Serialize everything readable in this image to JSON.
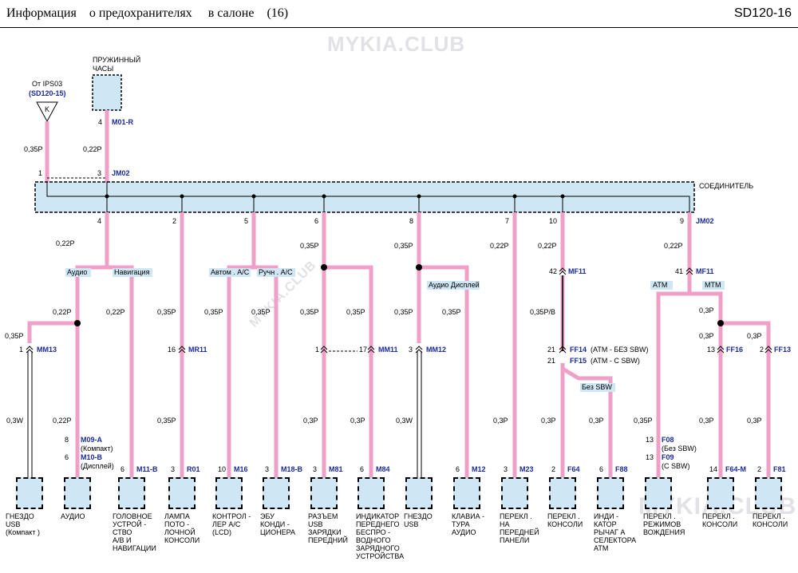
{
  "header": {
    "title": "Информация    о предохранителях     в салоне    (16)",
    "code": "SD120-16"
  },
  "watermarks": [
    "MYKIA.CLUB",
    "MYKIA.CLUB",
    "MYKIA.CLUB"
  ],
  "colors": {
    "wire_pink": "#f0a0c8",
    "connector_fill": "#cfe6f4",
    "id_blue": "#1a2a9a"
  },
  "source": {
    "from_label": "От IPS03",
    "ref": "(SD120-15)",
    "symbol": "K",
    "wire": "0,35P",
    "pin": "1"
  },
  "clock": {
    "label_line1": "ПРУЖИННЫЙ",
    "label_line2": "ЧАСЫ",
    "pin": "4",
    "connector": "M01-R",
    "wire": "0,22P",
    "junction_pin": "3",
    "junction": "JM02"
  },
  "joint": {
    "label": "СОЕДИНИТЕЛЬ",
    "bottom_connector": "JM02"
  },
  "branch_labels": {
    "audio": "Аудио",
    "navigation": "Навигация",
    "auto_ac": "Автом . A/C",
    "manual_ac": "Ручн . A/C",
    "audio_display": "Аудио Дисплей",
    "atm": "ATM",
    "mtm": "MTM",
    "no_sbw": "Без SBW"
  },
  "junction_pins": [
    "4",
    "2",
    "5",
    "6",
    "8",
    "7",
    "10",
    "9"
  ],
  "wires": {
    "w4_top": "0,22P",
    "w4_a": "0,22P",
    "w4_b": "0,22P",
    "w4_c": "0,35P",
    "w4_d": "0,3W",
    "w4_e": "0,22P",
    "w2_a": "0,35P",
    "w2_b": "0,35P",
    "w5_a": "0,35P",
    "w5_b": "0,35P",
    "w6_top": "0,35P",
    "w6_a": "0,35P",
    "w6_b": "0,35P",
    "w6_c": "0,3P",
    "w6_d": "0,3P",
    "w8_top": "0,35P",
    "w8_a": "0,35P",
    "w8_b": "0,35P",
    "w8_c": "0,3W",
    "w7_a": "0,22P",
    "w7_b": "0,3P",
    "w10_top": "0,22P",
    "w10_a": "0,35P/B",
    "w10_b": "0,3P",
    "w10_c": "0,3P",
    "w9_top": "0,22P",
    "w9_a": "0,3P",
    "w9_b": "0,3P",
    "w9_c": "0,3P",
    "w9_d": "0,35P",
    "w9_e": "0,3P",
    "w9_f": "0,3P"
  },
  "inline": {
    "mm13": {
      "pin": "1",
      "id": "MM13"
    },
    "mr11": {
      "pin": "16",
      "id": "MR11"
    },
    "mm11": {
      "pin_l": "1",
      "pin_r": "17",
      "id": "MM11"
    },
    "mm12": {
      "pin": "3",
      "id": "MM12"
    },
    "mf11a": {
      "pin": "42",
      "id": "MF11"
    },
    "mf11b": {
      "pin": "41",
      "id": "MF11"
    },
    "ff14": {
      "pin": "21",
      "id": "FF14",
      "note": "(ATM - БЕЗ SBW)"
    },
    "ff15": {
      "pin": "21",
      "id": "FF15",
      "note": "(ATM - С SBW)"
    },
    "ff16": {
      "pin": "13",
      "id": "FF16"
    },
    "ff13": {
      "pin": "2",
      "id": "FF13"
    }
  },
  "components": [
    {
      "pin": "",
      "id": "",
      "label": [
        "ГНЕЗДО",
        "USB",
        "(Компакт  )"
      ]
    },
    {
      "pin": "8",
      "id": "M09-A",
      "note": "(Компакт)",
      "pin2": "6",
      "id2": "M10-B",
      "note2": "(Дисплей)",
      "label": [
        "АУДИО"
      ]
    },
    {
      "pin": "6",
      "id": "M11-B",
      "label": [
        "ГОЛОВНОЕ",
        "УСТРОЙ -",
        "СТВО",
        "A/B И",
        "НАВИГАЦИИ"
      ]
    },
    {
      "pin": "3",
      "id": "R01",
      "label": [
        "ЛАМПА",
        "ПОТО -",
        "ЛОЧНОЙ",
        "КОНСОЛИ"
      ]
    },
    {
      "pin": "10",
      "id": "M16",
      "label": [
        "КОНТРОЛ -",
        "ЛЕР A/C",
        "(LCD)"
      ]
    },
    {
      "pin": "3",
      "id": "M18-B",
      "label": [
        "ЭБУ",
        "КОНДИ -",
        "ЦИОНЕРА"
      ]
    },
    {
      "pin": "3",
      "id": "M81",
      "label": [
        "РАЗЪЕМ",
        "USB",
        "ЗАРЯДКИ",
        "ПЕРЕДНИЙ"
      ]
    },
    {
      "pin": "6",
      "id": "M84",
      "label": [
        "ИНДИКАТОР",
        "ПЕРЕДНЕГО",
        "БЕСПРО -",
        "ВОДНОГО",
        "ЗАРЯДНОГО",
        "УСТРОЙСТВА"
      ]
    },
    {
      "pin": "",
      "id": "",
      "label": [
        "ГНЕЗДО",
        "USB"
      ]
    },
    {
      "pin": "6",
      "id": "M12",
      "label": [
        "КЛАВИА -",
        "ТУРА",
        "АУДИО"
      ]
    },
    {
      "pin": "3",
      "id": "M23",
      "label": [
        "ПЕРЕКЛ .",
        "НА",
        "ПЕРЕДНЕЙ",
        "ПАНЕЛИ"
      ]
    },
    {
      "pin": "2",
      "id": "F64",
      "label": [
        "ПЕРЕКЛ .",
        "КОНСОЛИ"
      ]
    },
    {
      "pin": "6",
      "id": "F88",
      "label": [
        "ИНДИ -",
        "КАТОР",
        "РЫЧАГ А",
        "СЕЛЕКТОРА",
        "ATM"
      ]
    },
    {
      "pin": "13",
      "id": "F08",
      "note": "(Без SBW)",
      "pin2": "13",
      "id2": "F09",
      "note2": "(С SBW)",
      "label": [
        "ПЕРЕКЛ .",
        "РЕЖИМОВ",
        "ВОЖДЕНИЯ"
      ]
    },
    {
      "pin": "14",
      "id": "F64-M",
      "label": [
        "ПЕРЕКЛ .",
        "КОНСОЛИ"
      ]
    },
    {
      "pin": "2",
      "id": "F81",
      "label": [
        "ПЕРЕКЛ .",
        "КОНСОЛИ"
      ]
    }
  ]
}
